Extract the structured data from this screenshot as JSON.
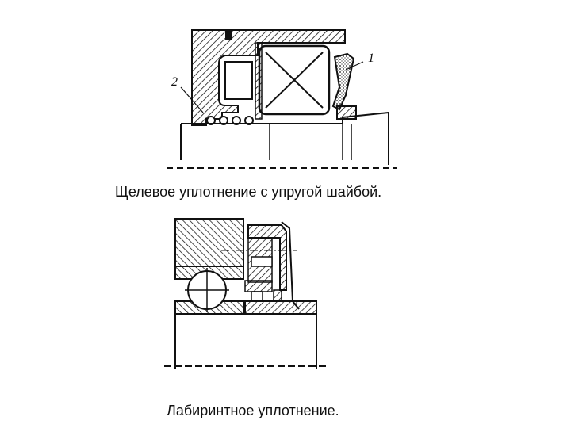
{
  "figure1": {
    "label_1": "1",
    "label_2": "2",
    "caption": "Щелевое уплотнение с упругой шайбой."
  },
  "figure2": {
    "caption": "Лабиринтное уплотнение."
  },
  "colors": {
    "ink": "#111111",
    "background": "#ffffff"
  }
}
